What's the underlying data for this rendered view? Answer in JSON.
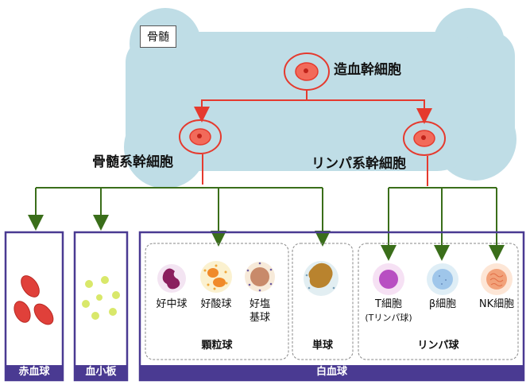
{
  "bone_marrow": "骨髄",
  "hsc": "造血幹細胞",
  "myeloid": "骨髄系幹細胞",
  "lymphoid": "リンパ系幹細胞",
  "cells": {
    "rbc": "赤血球",
    "platelet": "血小板",
    "neutrophil": "好中球",
    "eosinophil": "好酸球",
    "basophil": [
      "好塩",
      "基球"
    ],
    "monocyte": "単球",
    "t_cell": [
      "T細胞",
      "(Tリンパ球)"
    ],
    "b_cell": "β細胞",
    "nk_cell": "NK細胞"
  },
  "groups": {
    "granulocyte": "顆粒球",
    "monocyte": "単球",
    "lymphocyte": "リンパ球",
    "wbc": "白血球"
  },
  "colors": {
    "bone": "#bfdde6",
    "arrow_red": "#e53a2e",
    "arrow_green": "#3a6e1a",
    "frame_purple": "#4a3a92",
    "rbc": "#e0403a",
    "platelet": "#d9e86a",
    "monocyte": "#b9832e",
    "t_cell": "#b84fc2",
    "b_cell": "#9fc6ea"
  }
}
